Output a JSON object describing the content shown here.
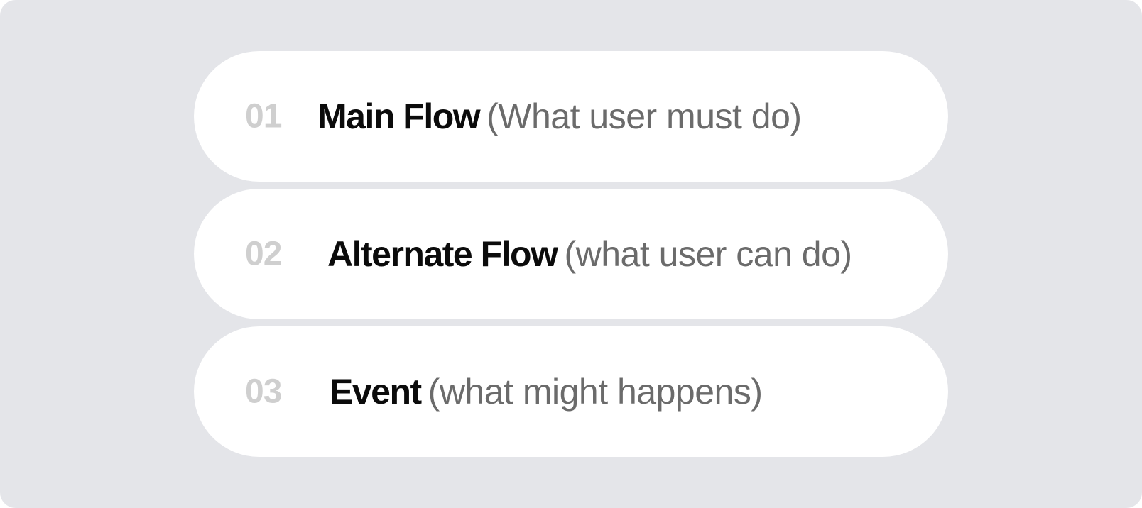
{
  "steps": [
    {
      "number": "01",
      "title": "Main Flow",
      "description": "(What user must do)"
    },
    {
      "number": "02",
      "title": "Alternate Flow",
      "description": "(what user can do)"
    },
    {
      "number": "03",
      "title": "Event",
      "description": "(what might happens)"
    }
  ],
  "colors": {
    "background": "#e4e5e9",
    "card": "#ffffff",
    "number": "#cfcfcf",
    "title": "#0b0b0b",
    "description": "#6b6b6b"
  }
}
